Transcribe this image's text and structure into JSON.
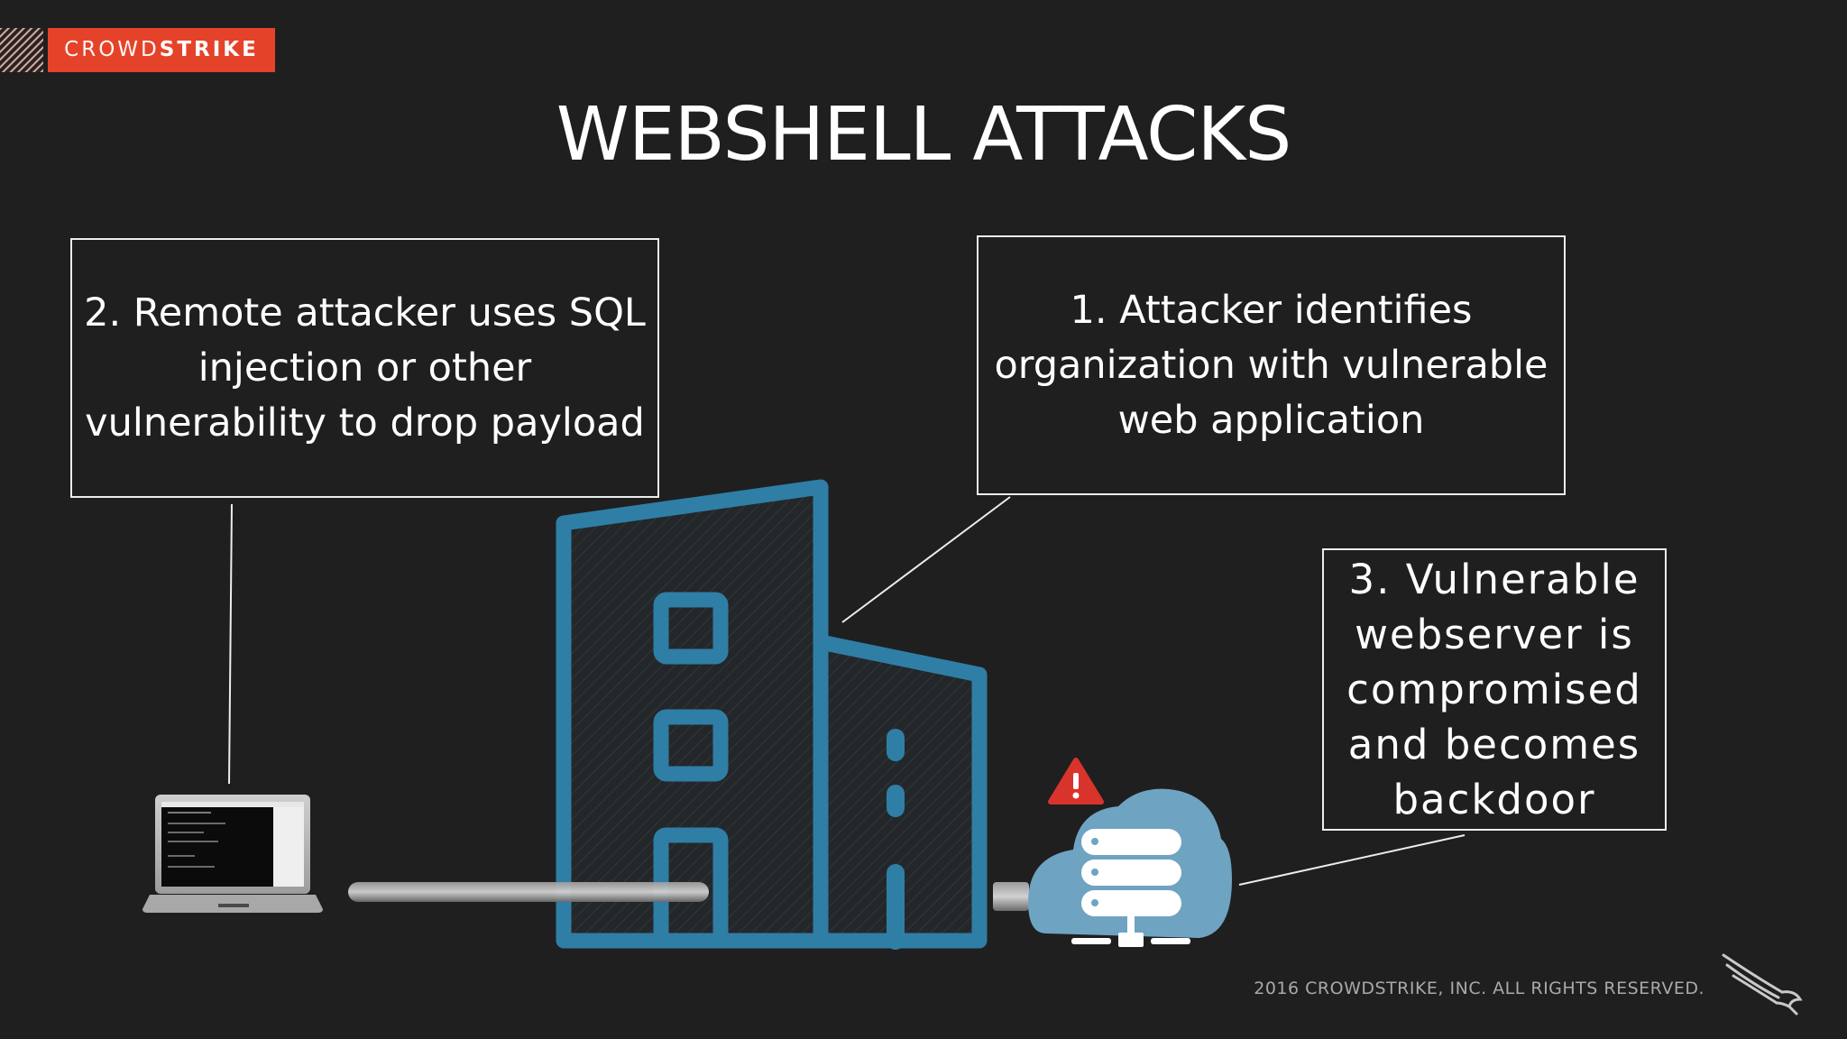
{
  "brand": {
    "name_light": "CROWD",
    "name_bold": "STRIKE",
    "color": "#e4432a"
  },
  "slide": {
    "title": "WEBSHELL ATTACKS"
  },
  "callouts": {
    "step2": "2. Remote attacker uses SQL\ninjection or other\nvulnerability to drop payload",
    "step1": "1. Attacker identifies\norganization with vulnerable\nweb application",
    "step3": "3. Vulnerable\nwebserver is\ncompromised\nand becomes\nbackdoor"
  },
  "icons": {
    "laptop": "laptop-icon",
    "building": "building-icon",
    "warning": "warning-icon",
    "cloud_server": "cloud-server-icon",
    "falcon": "falcon-logo-icon"
  },
  "colors": {
    "background": "#1f1f20",
    "building": "#2f7ea6",
    "cloud": "#6fa3c2",
    "warning": "#d9342b"
  },
  "footer": {
    "copyright": "2016 CROWDSTRIKE, INC. ALL RIGHTS RESERVED."
  }
}
